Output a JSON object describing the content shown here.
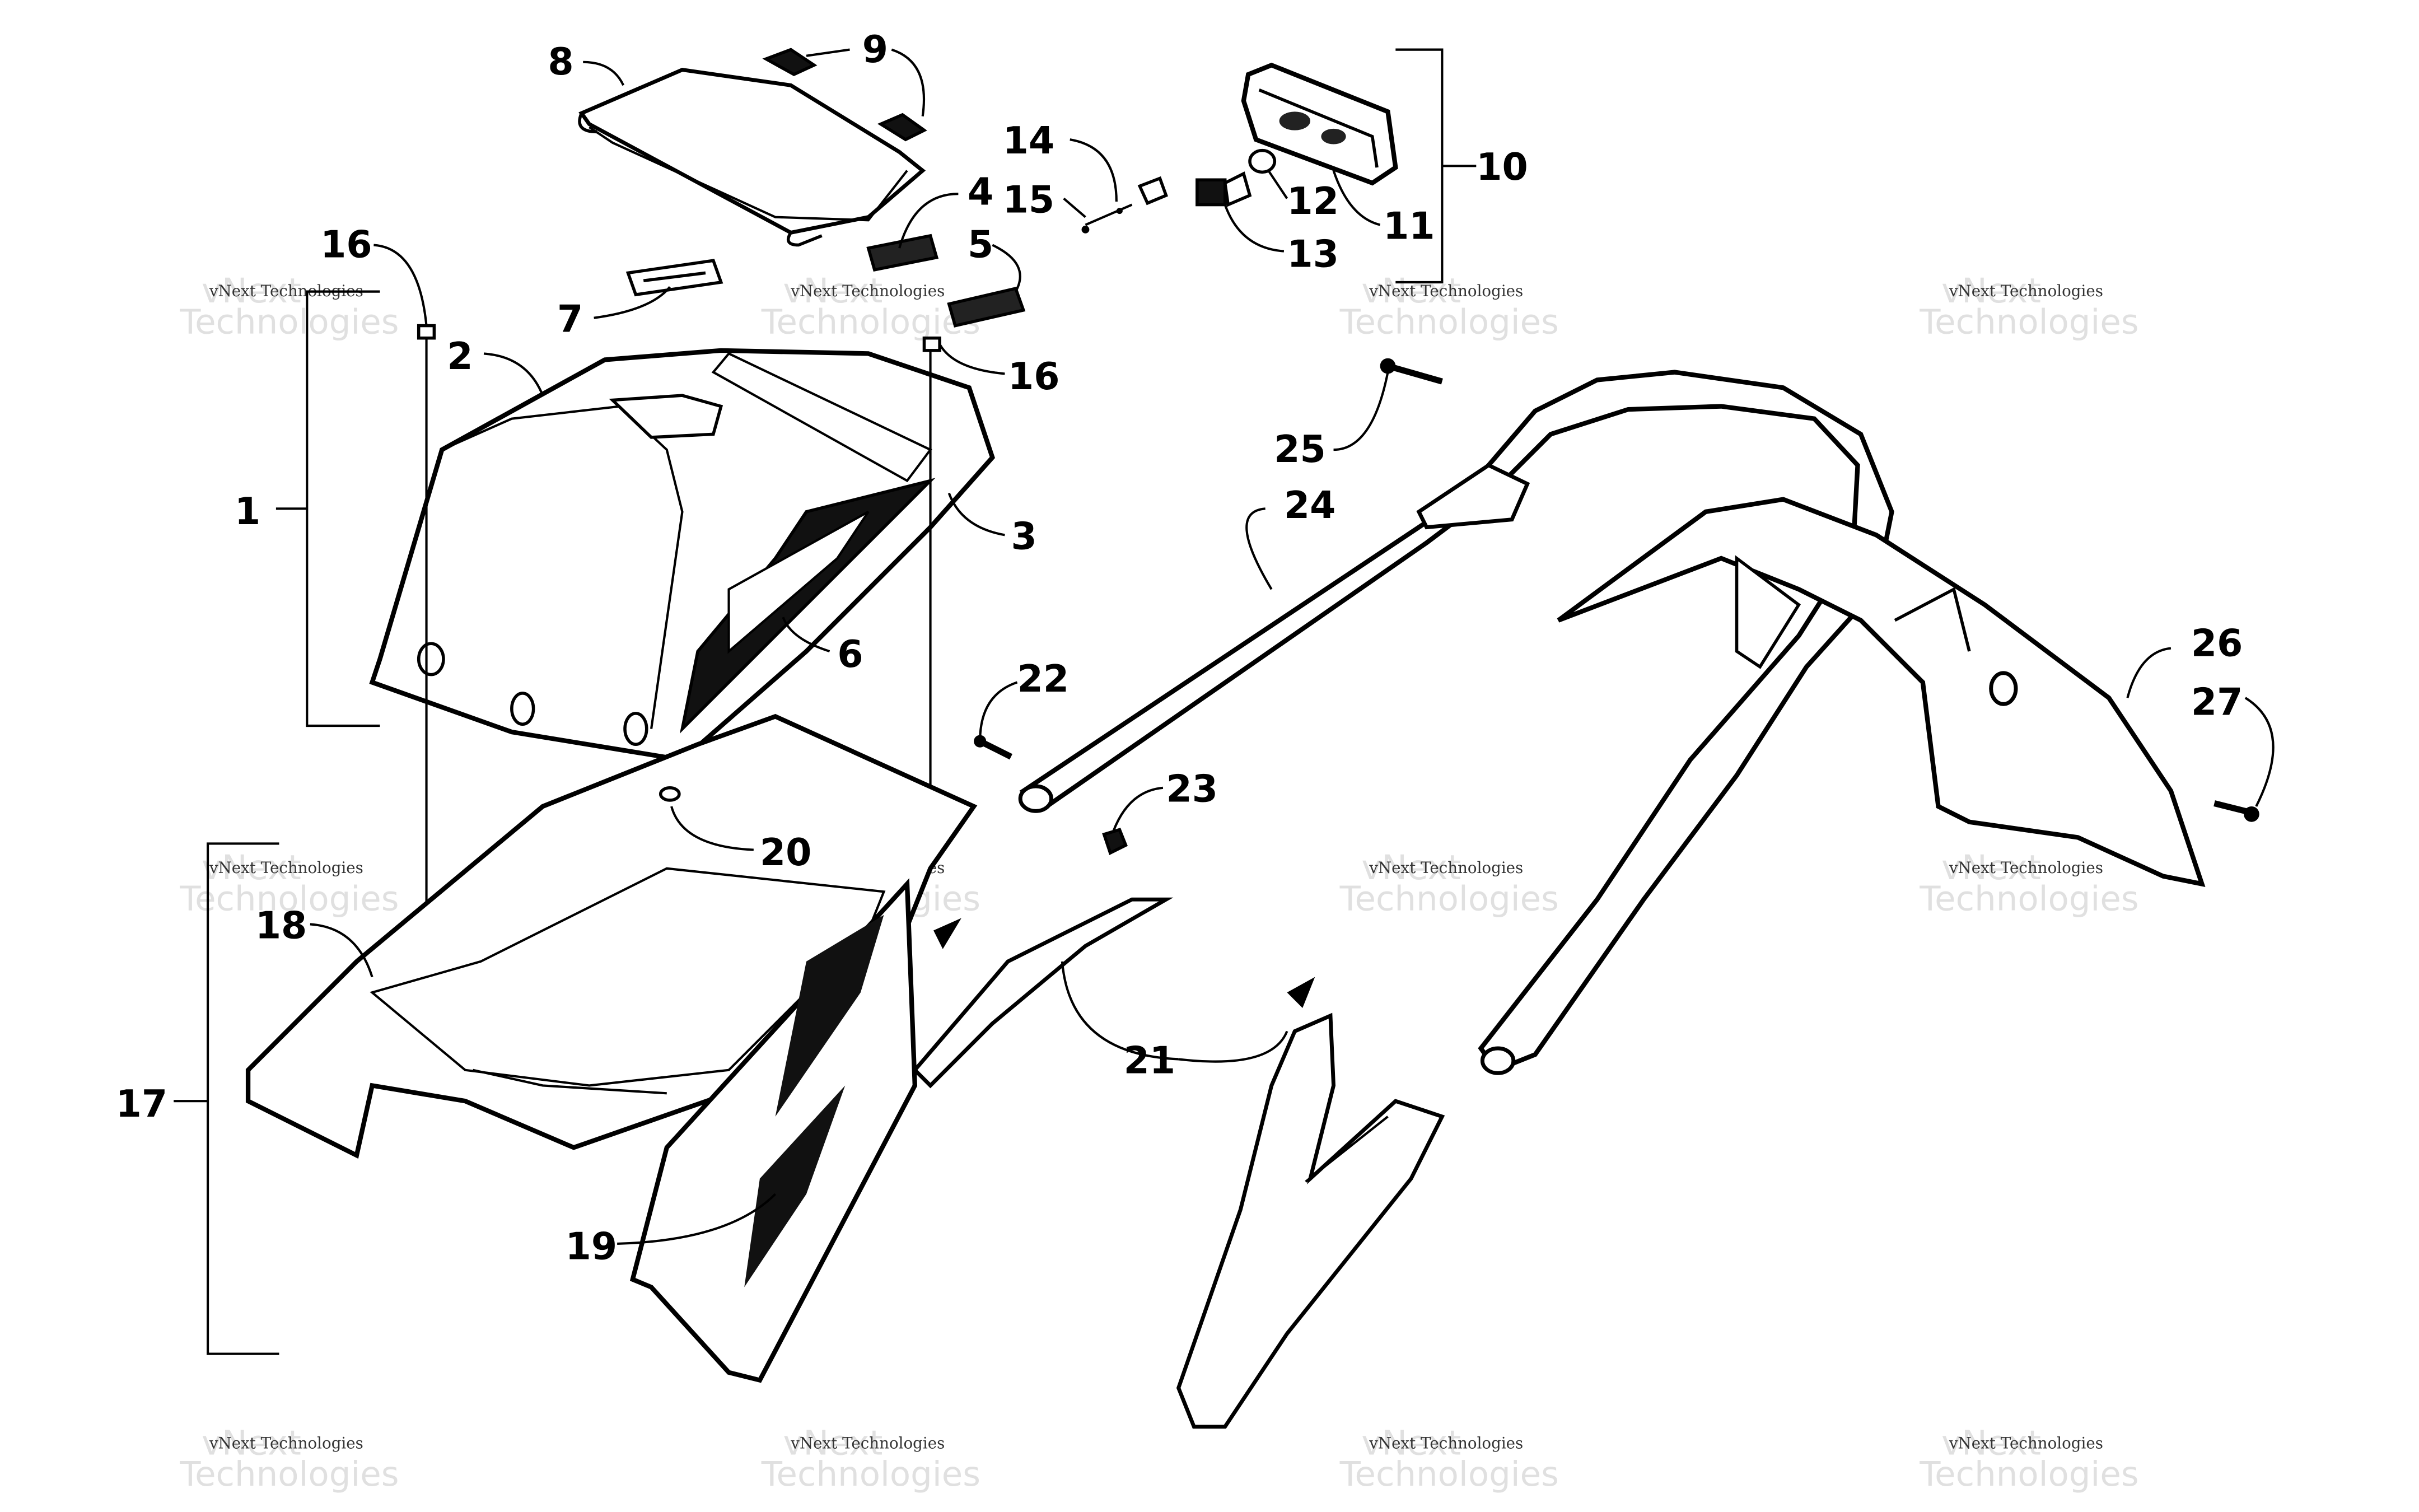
{
  "callouts": [
    "1",
    "2",
    "3",
    "4",
    "5",
    "6",
    "7",
    "8",
    "9",
    "10",
    "11",
    "12",
    "13",
    "14",
    "15",
    "16",
    "16",
    "17",
    "18",
    "19",
    "20",
    "21",
    "22",
    "23",
    "24",
    "25",
    "26",
    "27"
  ],
  "watermark": {
    "line1": "vNext Technologies",
    "line2": "vNext",
    "line3": "Technologies"
  }
}
